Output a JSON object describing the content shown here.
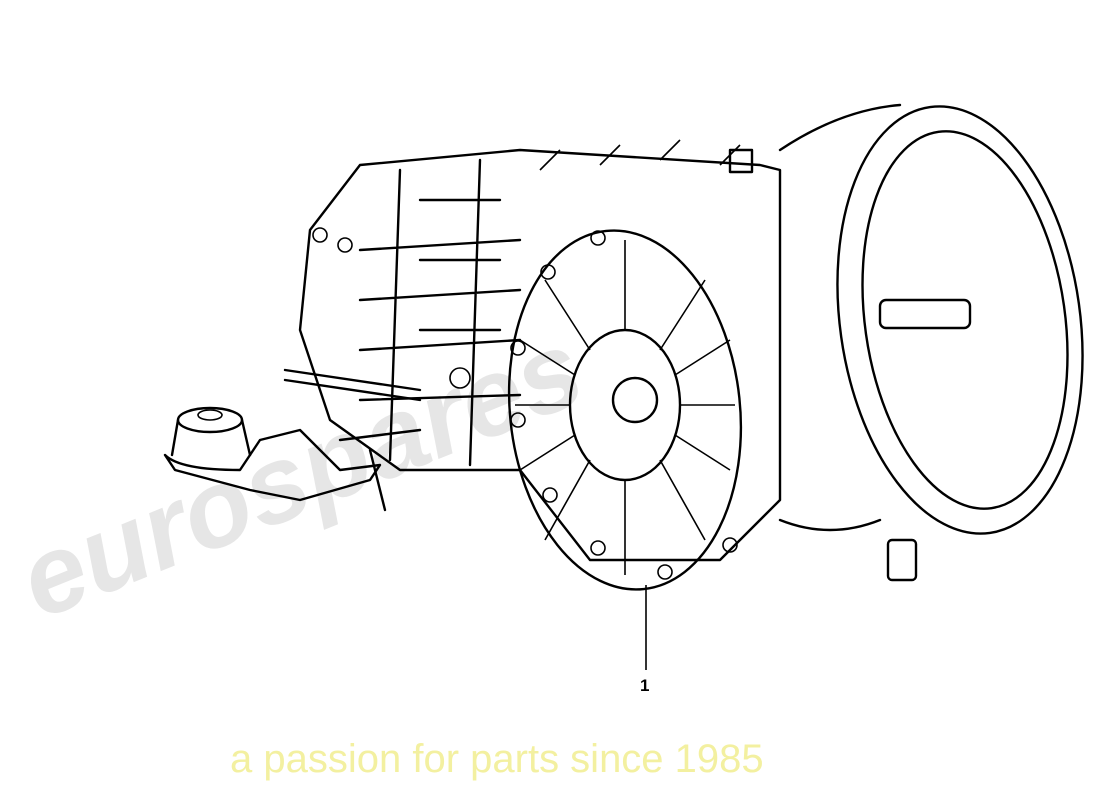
{
  "diagram": {
    "callouts": [
      {
        "number": "1"
      }
    ],
    "watermark": {
      "brand": "eurospares",
      "tagline": "a passion for parts since 1985",
      "brand_color": "#e6e6e6",
      "tagline_color": "#f3f0a0"
    }
  }
}
